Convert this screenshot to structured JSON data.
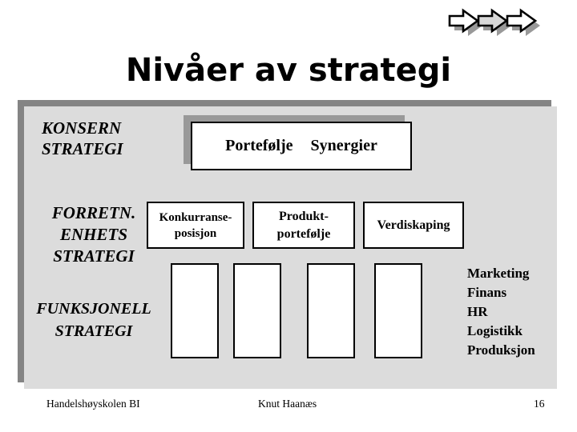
{
  "slide": {
    "title": "Nivåer av strategi"
  },
  "decorations": {
    "arrows": {
      "description": "three-forward-block-arrows",
      "fills": [
        "#ffffff",
        "#d9d9d9",
        "#ffffff"
      ],
      "outline": "#000000",
      "shadow": "#999999"
    }
  },
  "diagram": {
    "levels": [
      {
        "id": "konsern",
        "label": "KONSERN\nSTRATEGI"
      },
      {
        "id": "forretningsenhet",
        "label": "FORRETN.\nENHETS\nSTRATEGI"
      },
      {
        "id": "funksjonell",
        "label": "FUNKSJONELL\nSTRATEGI"
      }
    ],
    "corporate_row": {
      "portfolio_label": "Portefølje",
      "synergies_label": "Synergier"
    },
    "business_row": {
      "competitive_position_label": "Konkurranse-\nposisjon",
      "product_portfolio_label": "Produkt-\nportefølje",
      "value_creation_label": "Verdiskaping"
    },
    "functional_row": {
      "empty_box_count": 4,
      "functions": [
        "Marketing",
        "Finans",
        "HR",
        "Logistikk",
        "Produksjon"
      ]
    }
  },
  "footer": {
    "institution": "Handelshøyskolen BI",
    "author": "Knut Haanæs",
    "page_number": "16"
  },
  "colors": {
    "panel_bg": "#dcdcdc",
    "panel_frame": "#848484",
    "box_shadow": "#999999",
    "box_border": "#000000"
  }
}
